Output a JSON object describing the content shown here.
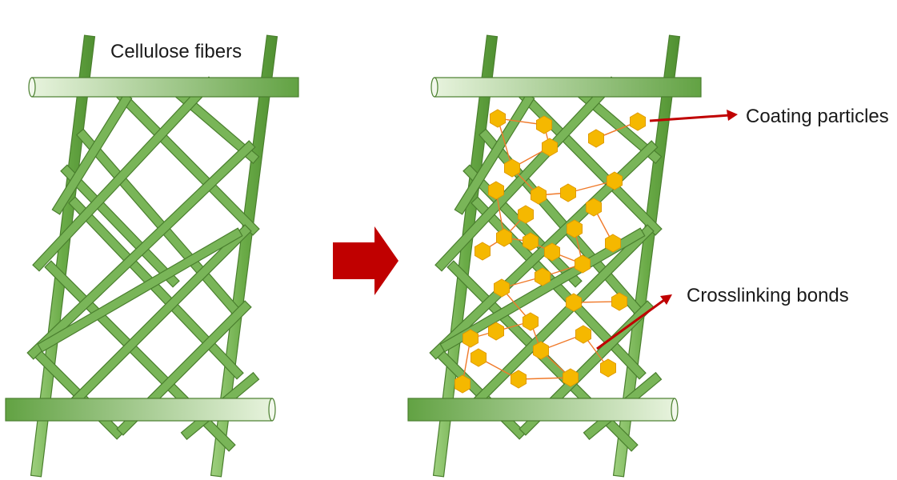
{
  "labels": {
    "cellulose_fibers": "Cellulose fibers",
    "coating_particles": "Coating particles",
    "crosslinking_bonds": "Crosslinking bonds"
  },
  "colors": {
    "fiber_dark": "#5b9a3a",
    "fiber_light": "#b9dca0",
    "fiber_outline": "#4a7f2e",
    "particle": "#f5b800",
    "particle_outline": "#e09a00",
    "bond": "#f07a2a",
    "arrow": "#c00000"
  },
  "icons": {
    "process_arrow": "thick-right-arrow-icon",
    "particle": "hexagon-icon"
  }
}
